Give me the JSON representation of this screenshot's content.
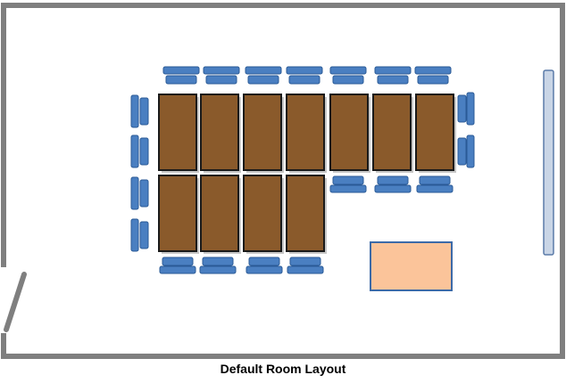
{
  "caption": "Default Room Layout",
  "colors": {
    "wall": "#7f7f7f",
    "table_fill": "#8a5a2b",
    "table_edge": "#1a1a1a",
    "table_shadow": "#c7c7c7",
    "chair_fill": "#4a7fc1",
    "chair_edge": "#2a5a96",
    "presenter_table": "#fbc49a",
    "presenter_edge": "#3c6aa8",
    "screen_fill": "#c9d5e6",
    "screen_edge": "#5b7ba8"
  },
  "layout": {
    "top_row_tables": 7,
    "bottom_row_tables": 4,
    "top_chairs": 7,
    "bottom_chairs_right": 3,
    "bottom_chairs": 4,
    "left_chairs": 4,
    "right_chairs": 2
  }
}
